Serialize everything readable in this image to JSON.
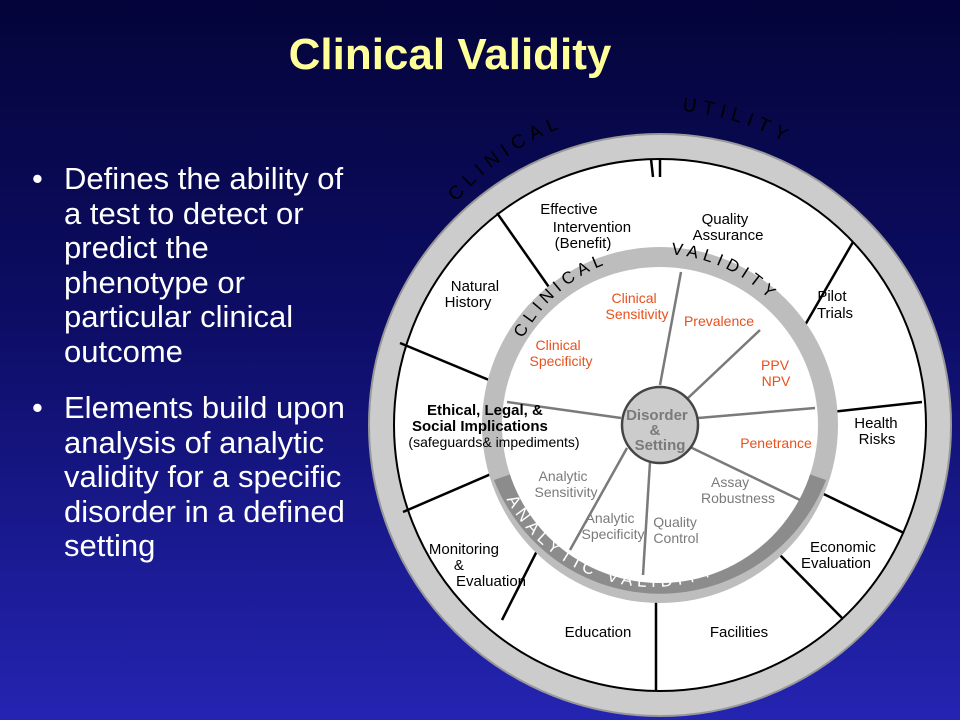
{
  "title": "Clinical Validity",
  "bullets": [
    "Defines the ability of a test to detect or predict the phenotype or particular clinical outcome",
    "Elements build upon analysis of analytic validity for a specific disorder in a defined setting"
  ],
  "wheel": {
    "outer_ring_text": {
      "clinical": "CLINICAL",
      "utility": "UTILITY"
    },
    "middle_ring_text": {
      "clinical": "CLINICAL",
      "validity": "VALIDITY"
    },
    "analytic_ring_text": "ANALYTIC VALIDITY",
    "center": [
      "Disorder",
      "&",
      "Setting"
    ],
    "outer_segments": {
      "effective_intervention": [
        "Effective",
        "Intervention",
        "(Benefit)"
      ],
      "quality_assurance": [
        "Quality",
        "Assurance"
      ],
      "pilot_trials": [
        "Pilot",
        "Trials"
      ],
      "health_risks": [
        "Health",
        "Risks"
      ],
      "economic_evaluation": [
        "Economic",
        "Evaluation"
      ],
      "facilities": "Facilities",
      "education": "Education",
      "monitoring_evaluation": [
        "Monitoring",
        "&",
        "Evaluation"
      ],
      "ethical_legal_social": [
        "Ethical, Legal, &",
        "Social Implications",
        "(safeguards& impediments)"
      ],
      "natural_history": [
        "Natural",
        "History"
      ]
    },
    "clinical_items": {
      "clinical_sensitivity": [
        "Clinical",
        "Sensitivity"
      ],
      "prevalence": "Prevalence",
      "ppv_npv": [
        "PPV",
        "NPV"
      ],
      "penetrance": "Penetrance",
      "clinical_specificity": [
        "Clinical",
        "Specificity"
      ]
    },
    "analytic_items": {
      "assay_robustness": [
        "Assay",
        "Robustness"
      ],
      "quality_control": [
        "Quality",
        "Control"
      ],
      "analytic_specificity": [
        "Analytic",
        "Specificity"
      ],
      "analytic_sensitivity": [
        "Analytic",
        "Sensitivity"
      ]
    },
    "colors": {
      "outer_ring": "#cccccc",
      "clinical_text": "#e8501c",
      "analytic_text": "#7a7a7a",
      "analytic_band": "#8c8c8c",
      "middle_ring": "#bdbdbd",
      "title": "#ffff99"
    }
  }
}
